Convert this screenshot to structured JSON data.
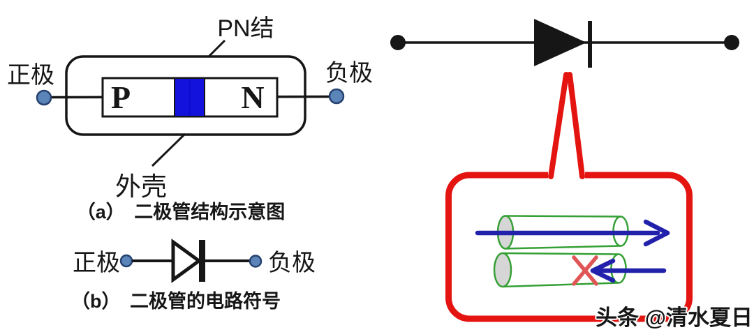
{
  "colors": {
    "junction_blue": "#1212DC",
    "junction_line_blue": "#0A0ACB",
    "region_letter_red": "#A0444A",
    "terminal_fill": "#5B84B8",
    "terminal_stroke": "#25416F",
    "caption_blue": "#2B2BA0",
    "callout_red": "#E41511",
    "cylinder_green": "#35A035",
    "cylinder_cap_gray": "#D6D6D6",
    "arrow_blue": "#2121AC",
    "blocked_x_red": "#E05555",
    "watermark_gray": "#4D4D4D"
  },
  "structure_diagram": {
    "pn_junction_label": "PN结",
    "anode_label": "正极",
    "cathode_label": "负极",
    "p_region": "P",
    "n_region": "N",
    "shell_label": "外壳",
    "caption": "（a）　二极管结构示意图"
  },
  "circuit_symbol": {
    "anode_label": "正极",
    "cathode_label": "负极",
    "caption": "（b）　二极管的电路符号"
  },
  "watermark": "头条 @清水夏日"
}
